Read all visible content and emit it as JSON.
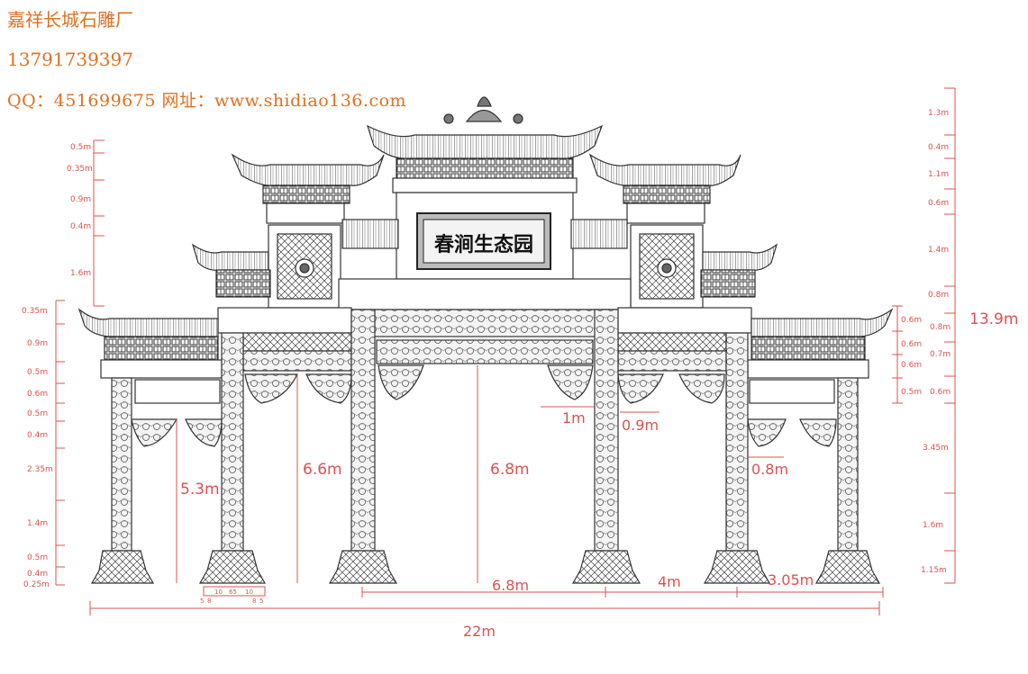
{
  "header": {
    "company": "嘉祥长城石雕厂",
    "phone": "13791739397",
    "contact": "QQ：451699675 网址：www.shidiao136.com"
  },
  "plaque": "春涧生态园",
  "dimensions": {
    "left": [
      "0.5m",
      "0.35m",
      "0.9m",
      "0.4m",
      "1.6m",
      "0.35m",
      "0.9m",
      "0.5m",
      "0.6m",
      "0.5m",
      "0.4m",
      "2.35m",
      "1.4m",
      "0.5m",
      "0.4m",
      "0.25m"
    ],
    "right": [
      "1.3m",
      "0.4m",
      "1.1m",
      "0.6m",
      "1.4m",
      "0.8m",
      "0.8m",
      "0.7m",
      "0.6m",
      "3.45m",
      "1.6m",
      "1.15m"
    ],
    "right_inner": [
      "0.6m",
      "0.6m",
      "0.6m",
      "0.5m"
    ],
    "total_height": "13.9m",
    "spans": [
      "5.3m",
      "6.6m",
      "6.8m"
    ],
    "widths": [
      "1m",
      "0.9m",
      "0.8m"
    ],
    "bottom": [
      "6.8m",
      "4m",
      "3.05m"
    ],
    "total_width": "22m",
    "base_small": [
      "5",
      "8",
      "10",
      "65",
      "10",
      "8",
      "5"
    ]
  },
  "colors": {
    "header": "#e0701e",
    "dim": "#d9534f",
    "ink": "#333333"
  }
}
